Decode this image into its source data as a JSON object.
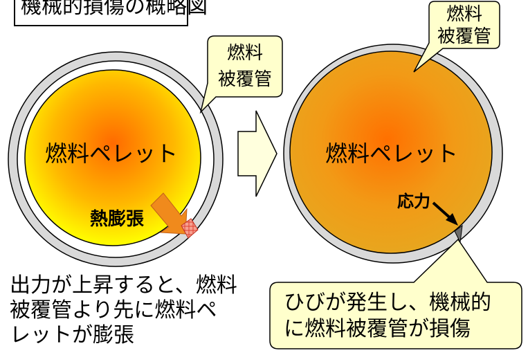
{
  "title": "機械的損傷の概略図",
  "left": {
    "pellet_label": "燃料ペレット",
    "cladding_callout": [
      "燃料",
      "被覆管"
    ],
    "expansion_label": "熱膨張"
  },
  "right": {
    "pellet_label": "燃料ペレット",
    "cladding_callout": [
      "燃料",
      "被覆管"
    ],
    "stress_label": "応力"
  },
  "caption_left": [
    "出力が上昇すると、燃料",
    "被覆管より先に燃料ペ",
    "レットが膨張"
  ],
  "caption_right": [
    "ひびが発生し、機械的",
    "に燃料被覆管が損傷"
  ],
  "colors": {
    "cladding": "#d9d9d9",
    "pellet_left_center": "#ff6a00",
    "pellet_left_edge": "#ffff00",
    "pellet_right_center": "#ff7a00",
    "pellet_right_edge": "#e6a61e",
    "callout_fill": "#ffffcc",
    "arrow_fill": "#ffffdd",
    "expansion_arrow": "#f08a1c"
  },
  "icons": {
    "process_arrow": "right-block-arrow-icon",
    "expansion_arrow": "diagonal-arrow-icon",
    "stress_arrow": "pointer-arrow-icon"
  }
}
